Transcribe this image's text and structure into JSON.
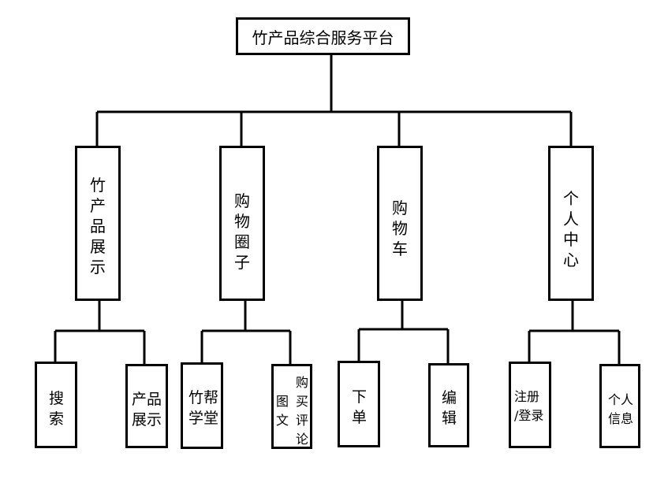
{
  "root": {
    "label": "竹产品综合服务平台"
  },
  "categories": [
    {
      "label": "竹\n产\n品\n展\n示",
      "children": [
        {
          "label": "搜\n索"
        },
        {
          "label": "产品\n展示"
        }
      ]
    },
    {
      "label": "购\n物\n圈\n子",
      "children": [
        {
          "label": "竹帮\n学堂"
        },
        {
          "label_col1": "图\n文",
          "label_col2": "购\n买\n评\n论"
        }
      ]
    },
    {
      "label": "购\n物\n车",
      "children": [
        {
          "label": "下\n单"
        },
        {
          "label": "编\n辑"
        }
      ]
    },
    {
      "label": "个\n人\n中\n心",
      "children": [
        {
          "label": "注册\n/登录"
        },
        {
          "label": "个人\n信息"
        }
      ]
    }
  ],
  "colors": {
    "line": "#000000",
    "background": "#ffffff"
  }
}
